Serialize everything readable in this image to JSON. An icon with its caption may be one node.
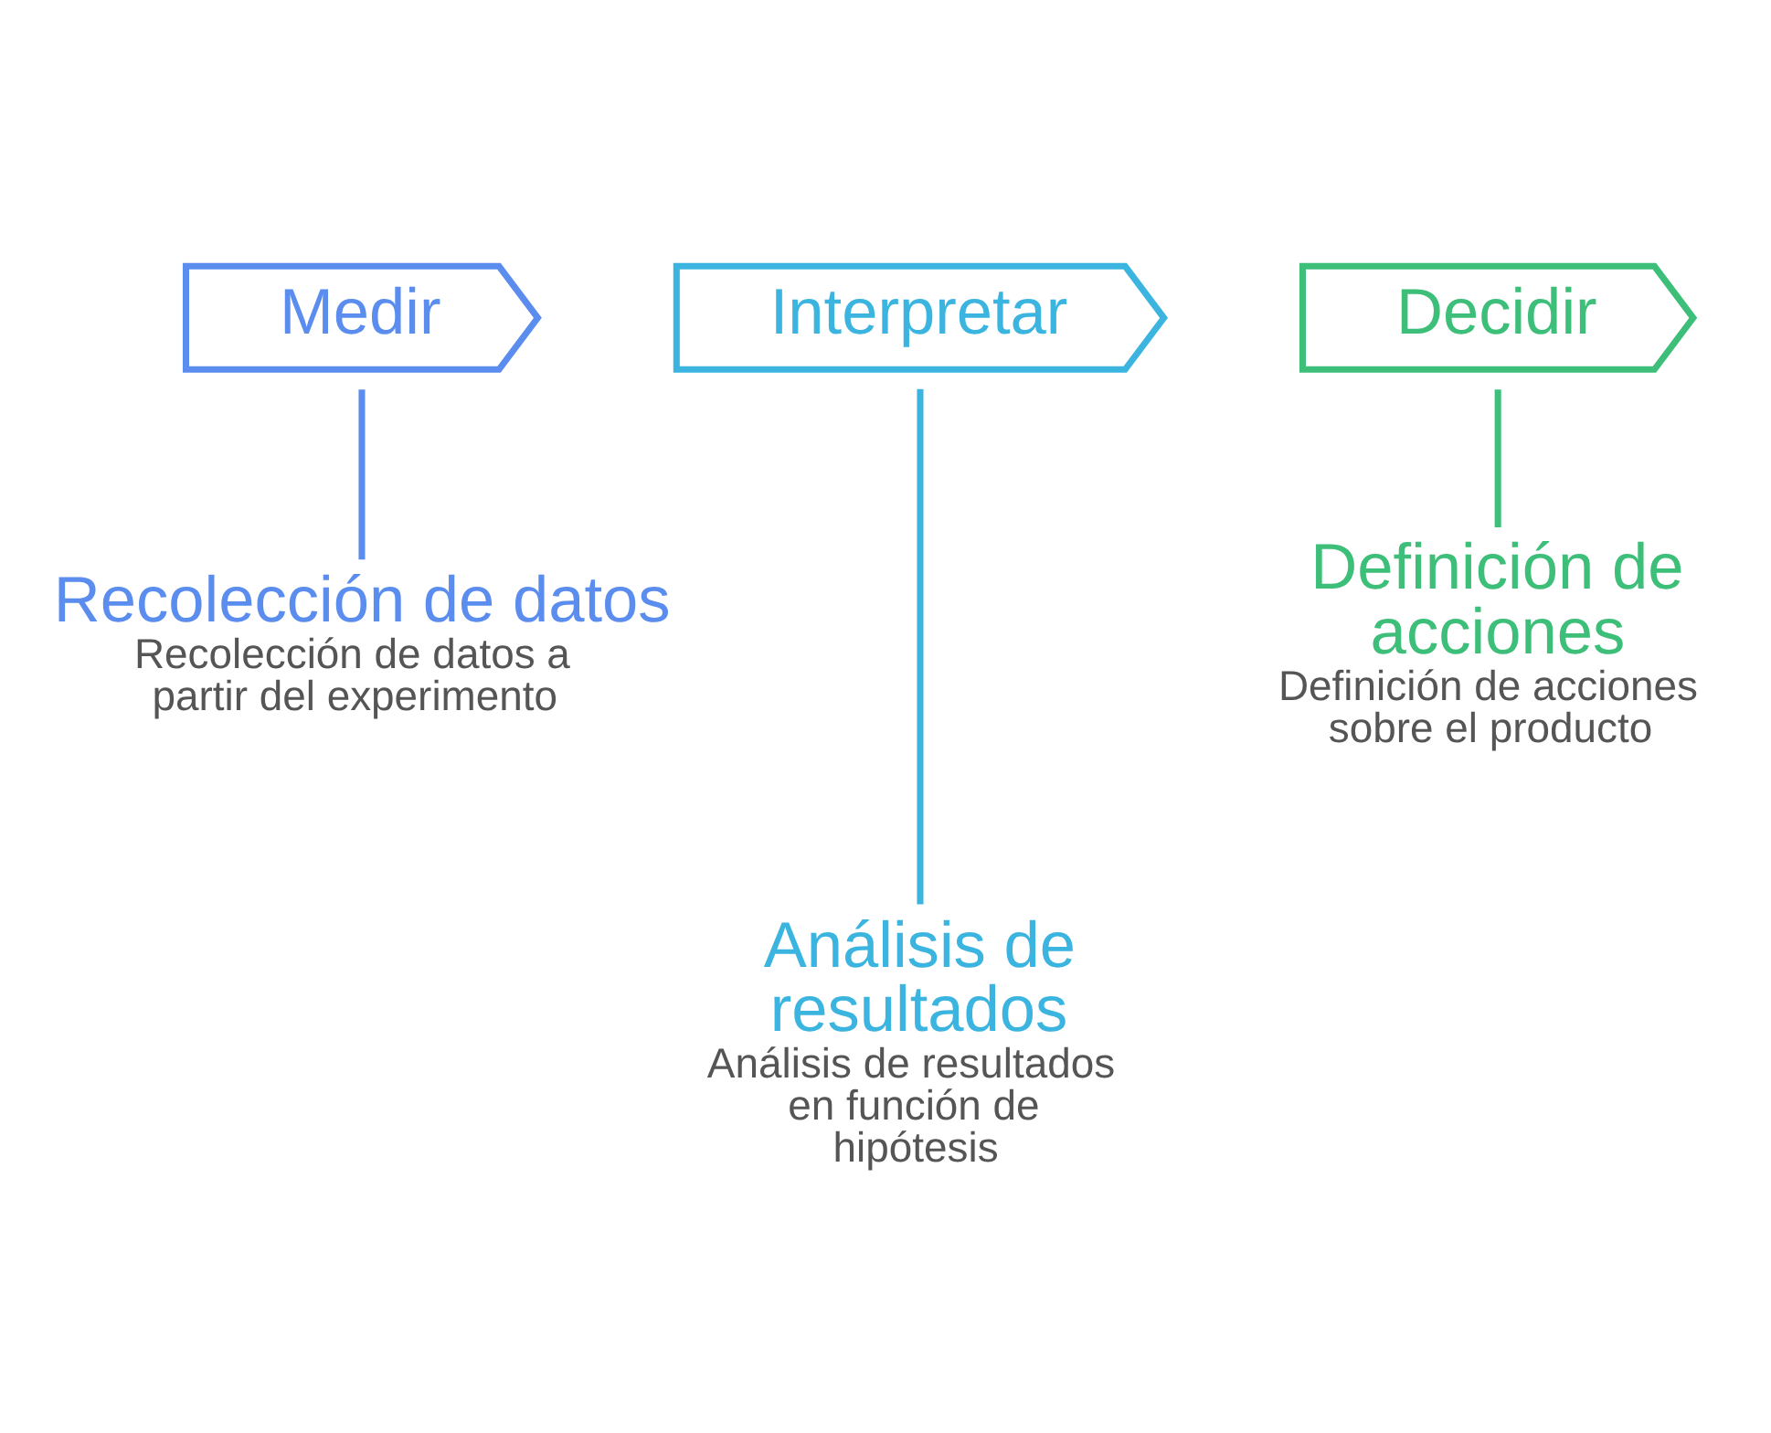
{
  "diagram": {
    "nodes": [
      {
        "text": [
          "Medir"
        ]
      },
      {
        "text": [
          "Recolección de datos",
          "Recolección de datos a partir del experimento"
        ]
      },
      {
        "text": [
          "Interpretar"
        ]
      },
      {
        "text": [
          "Análisis de resultados",
          "Análisis de resultados en función de hipótesis"
        ]
      },
      {
        "text": [
          "Decidir"
        ]
      },
      {
        "text": [
          "Definición de acciones",
          "Definición de acciones sobre el producto"
        ]
      }
    ],
    "edges": [
      {
        "from": 0,
        "to": 1,
        "arrow": "none",
        "color": "#5b8def"
      },
      {
        "from": 2,
        "to": 3,
        "arrow": "none",
        "color": "#3bb5e0"
      },
      {
        "from": 4,
        "to": 5,
        "arrow": "none",
        "color": "#3dbf7a"
      }
    ]
  }
}
